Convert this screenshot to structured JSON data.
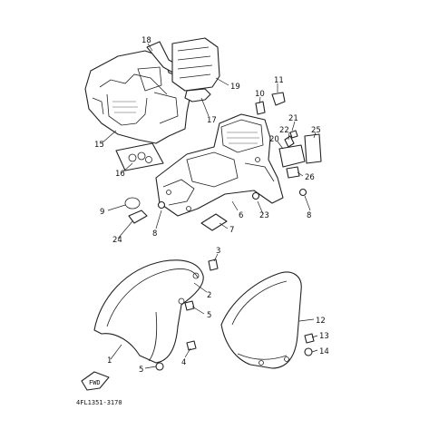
{
  "diagram": {
    "drawing_code": "4FL1351-3170",
    "fwd_label": "FWD",
    "callouts": {
      "c1": "1",
      "c2": "2",
      "c3": "3",
      "c4": "4",
      "c5a": "5",
      "c5b": "5",
      "c6": "6",
      "c7": "7",
      "c8a": "8",
      "c8b": "8",
      "c9": "9",
      "c10": "10",
      "c11": "11",
      "c12": "12",
      "c13": "13",
      "c14": "14",
      "c15": "15",
      "c16": "16",
      "c17": "17",
      "c18": "18",
      "c19": "19",
      "c20": "20",
      "c21": "21",
      "c22": "22",
      "c23": "23",
      "c24": "24",
      "c25": "25",
      "c26": "26"
    }
  }
}
